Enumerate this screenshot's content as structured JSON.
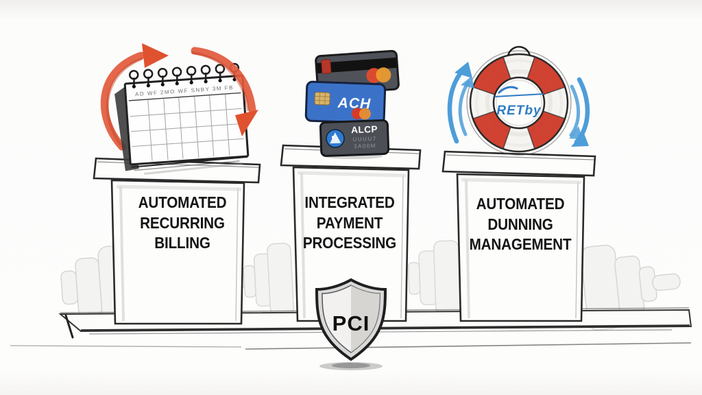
{
  "pillars": [
    {
      "id": "pillar-1",
      "icon": "recurring-calendar-cycle-icon",
      "label_lines": [
        "AUTOMATED",
        "RECURRING",
        "BILLING"
      ]
    },
    {
      "id": "pillar-2",
      "icon": "credit-card-stack-icon",
      "label_lines": [
        "INTEGRATED",
        "PAYMENT",
        "PROCESSING"
      ]
    },
    {
      "id": "pillar-3",
      "icon": "lifebuoy-retry-icon",
      "label_lines": [
        "AUTOMATED",
        "DUNNING",
        "MANAGEMENT"
      ]
    }
  ],
  "calendar": {
    "day_header_scribble": "AD  WF  2MO  WF  SNBY  3M  FB"
  },
  "cards": {
    "ach_label": "ACH",
    "alcp_label": "ALCP",
    "alcp_scribble_line1": "UUUU7",
    "alcp_scribble_line2": "3A00M"
  },
  "lifebuoy": {
    "label": "RETby"
  },
  "compliance_badge": {
    "label": "PCI"
  },
  "colors": {
    "cycle_arrow_red": "#e25a3c",
    "lifebuoy_red": "#cd3826",
    "retry_arrow_blue": "#4d9dd9",
    "retry_text_blue": "#2d7cc3",
    "ach_card_blue": "#3b72c8",
    "ink": "#242424"
  }
}
